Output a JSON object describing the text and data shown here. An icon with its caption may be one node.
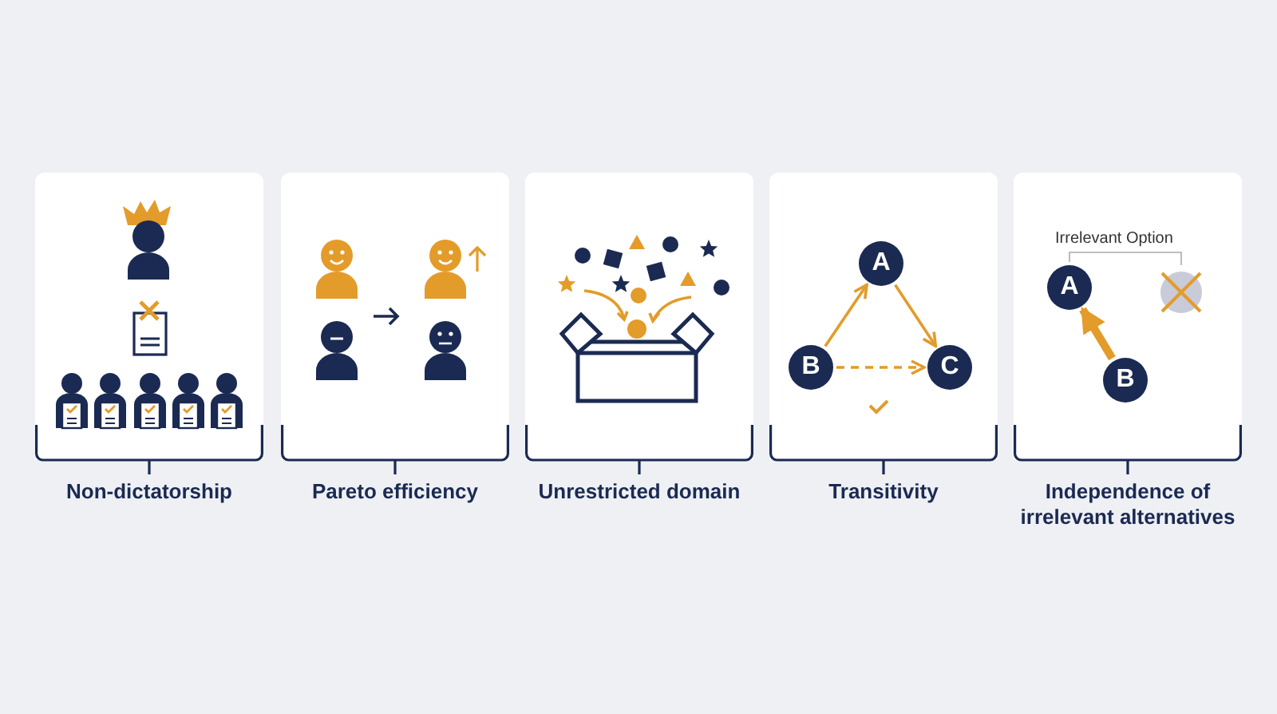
{
  "diagram": {
    "nodes": [
      {
        "text": [
          "Non-dictatorship"
        ]
      },
      {
        "text": [
          "Pareto efficiency"
        ]
      },
      {
        "text": [
          "Unrestricted domain"
        ]
      },
      {
        "text": [
          "Transitivity"
        ]
      },
      {
        "text": [
          "Independence of irrelevant alternatives"
        ]
      },
      {
        "text": [
          "A"
        ],
        "in": 3
      },
      {
        "text": [
          "B"
        ],
        "in": 3
      },
      {
        "text": [
          "C"
        ],
        "in": 3
      },
      {
        "text": [
          "A"
        ],
        "in": 4
      },
      {
        "text": [
          "B"
        ],
        "in": 4
      },
      {
        "text": [],
        "shape": "circle",
        "in": 4
      }
    ],
    "edges": [
      {
        "from": 6,
        "to": 5,
        "arrow": "to"
      },
      {
        "from": 5,
        "to": 7,
        "arrow": "to"
      },
      {
        "from": 6,
        "to": 7,
        "arrow": "to",
        "style": "dashed"
      },
      {
        "from": 9,
        "to": 8,
        "arrow": "to",
        "style": "thick"
      }
    ],
    "labels": [
      "Irrelevant Option"
    ]
  }
}
